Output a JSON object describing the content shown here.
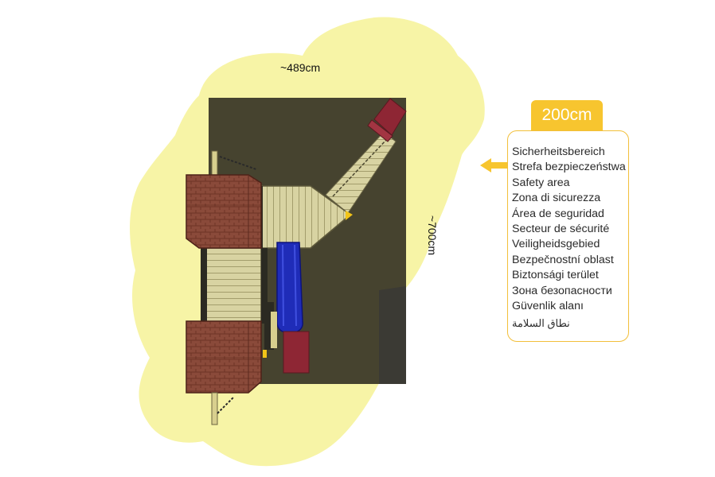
{
  "diagram": {
    "width_label": "~489cm",
    "depth_label": "~700cm",
    "safety_distance": "200cm",
    "safety_area_labels": [
      "Sicherheitsbereich",
      "Strefa bezpieczeństwa",
      "Safety area",
      "Zona di sicurezza",
      "Área de seguridad",
      "Secteur de sécurité",
      "Veiligheidsgebied",
      "Bezpečnostní oblast",
      "Biztonsági terület",
      "Зона безопасности",
      "Güvenlik alanı",
      "نطاق السلامة"
    ],
    "colors": {
      "safety_zone": "#f7f4a6",
      "ground": "#46432f",
      "roof": "#8a4a3a",
      "deck": "#d8d3a2",
      "slide": "#1f2cb8",
      "slide_end": "#8e2634",
      "accent": "#f7c52f"
    },
    "icons": [
      "arrow-left-icon"
    ]
  }
}
